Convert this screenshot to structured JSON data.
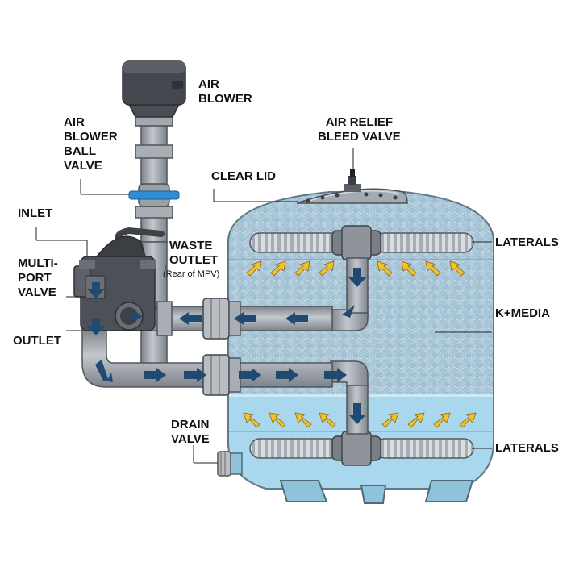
{
  "labels": {
    "air_blower": "AIR\nBLOWER",
    "air_blower_ball_valve": "AIR\nBLOWER\nBALL\nVALVE",
    "inlet": "INLET",
    "multiport_valve": "MULTI-\nPORT\nVALVE",
    "outlet": "OUTLET",
    "waste_outlet": "WASTE\nOUTLET",
    "waste_outlet_note": "(Rear of MPV)",
    "air_relief_bleed_valve": "AIR RELIEF\nBLEED VALVE",
    "clear_lid": "CLEAR LID",
    "laterals_top": "LATERALS",
    "k_media": "K+MEDIA",
    "drain_valve": "DRAIN\nVALVE",
    "laterals_bottom": "LATERALS"
  },
  "colors": {
    "pipe_gray": "#9ea4ab",
    "pipe_dark": "#5c6168",
    "tank_blue": "#bfe2f2",
    "water_blue": "#a9d8ee",
    "arrow_navy": "#214a73",
    "arrow_yellow": "#f2c12e",
    "valve_handle_blue": "#2f8fd6",
    "valve_body": "#4d5157",
    "blower_dark": "#3d4045"
  }
}
